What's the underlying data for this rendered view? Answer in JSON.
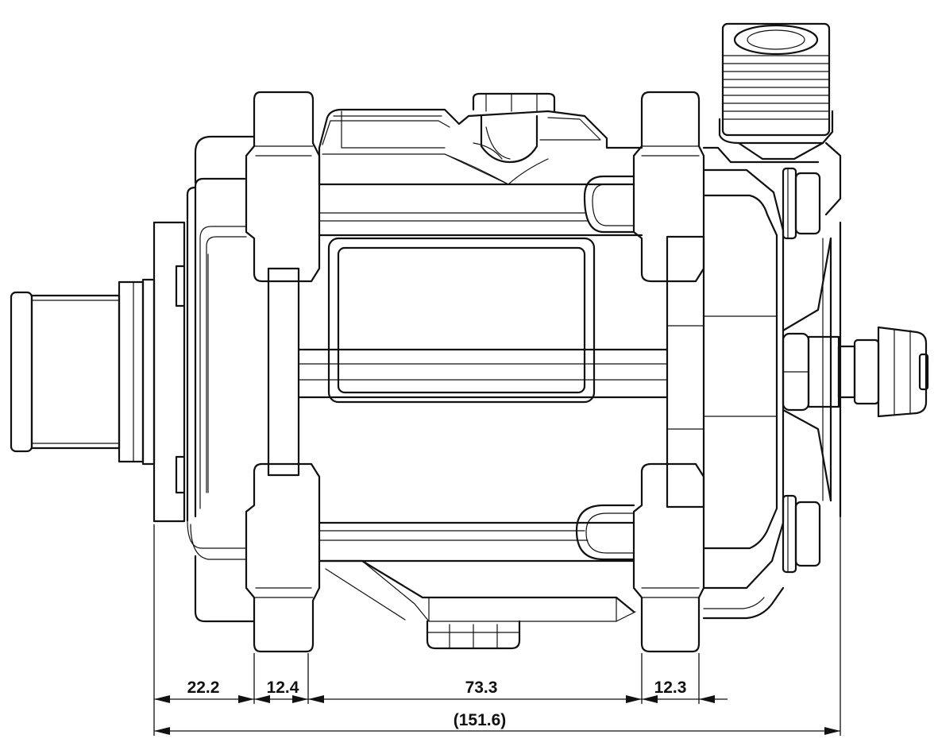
{
  "dimensions": {
    "segment_1": "22.2",
    "segment_2": "12.4",
    "segment_3": "73.3",
    "segment_4": "12.3",
    "overall": "(151.6)"
  },
  "colors": {
    "line": "#111111",
    "background": "#ffffff"
  }
}
